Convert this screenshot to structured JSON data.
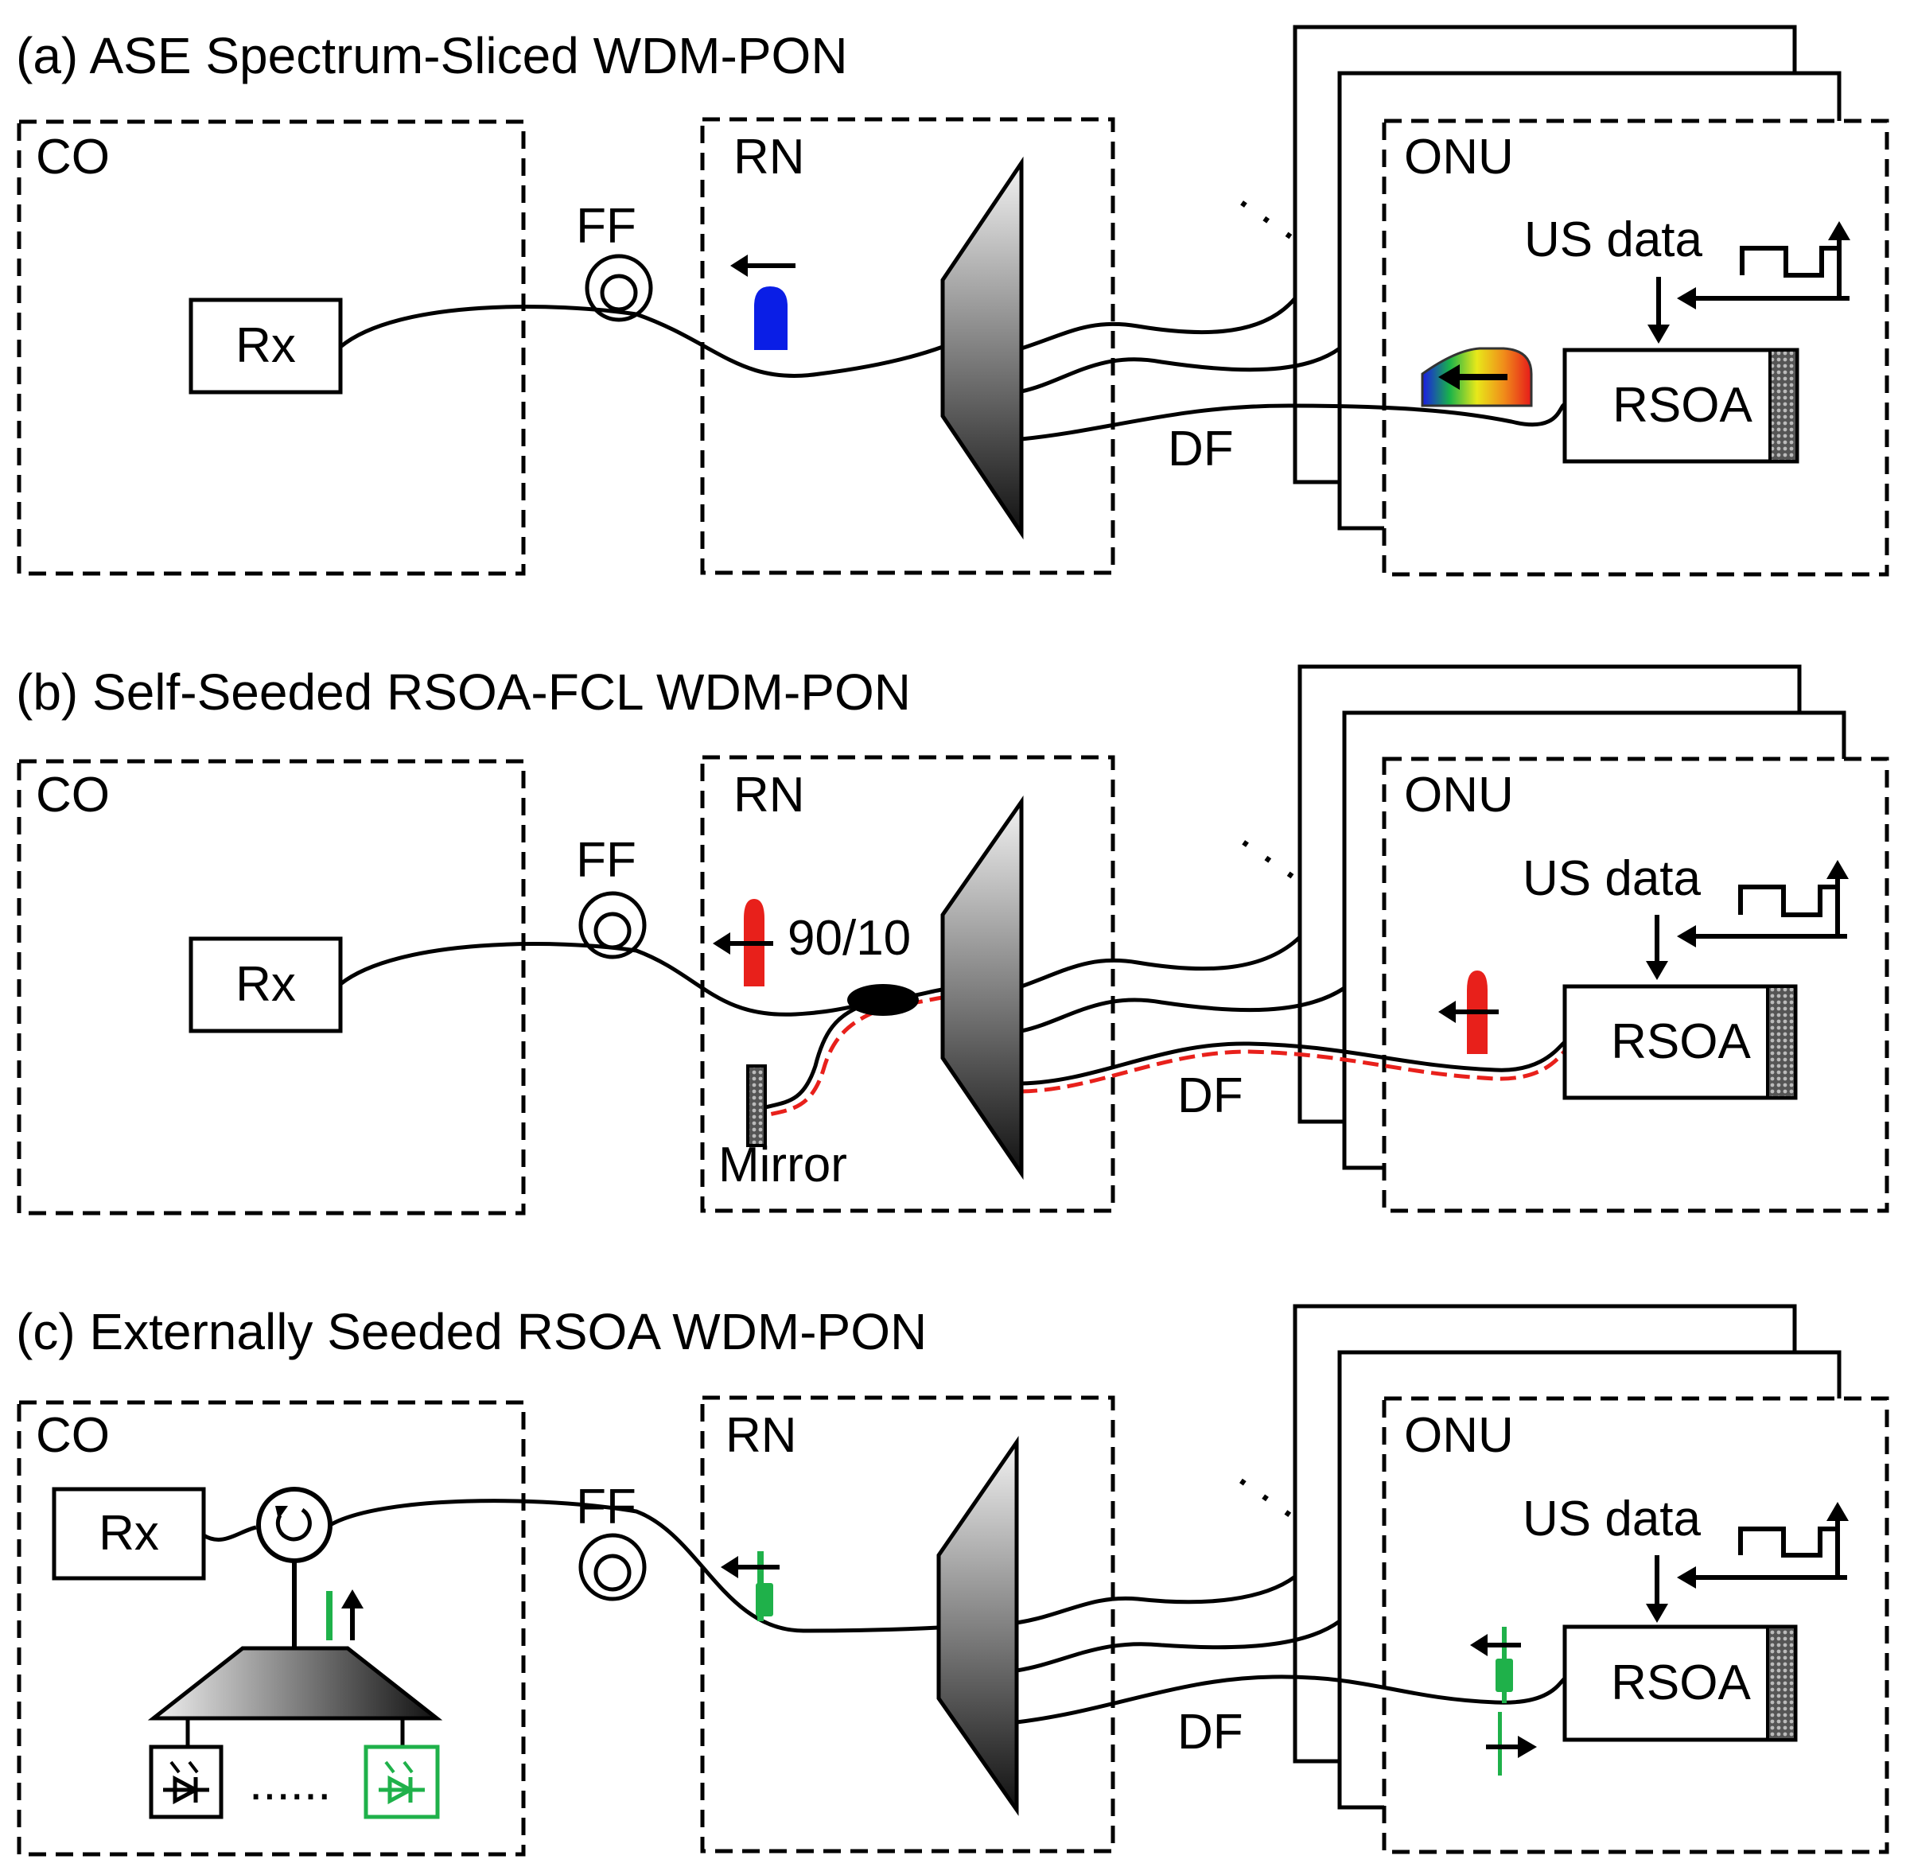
{
  "panels": [
    {
      "id": "a",
      "title": "(a) ASE Spectrum-Sliced WDM-PON",
      "co": "CO",
      "rn": "RN",
      "onu": "ONU",
      "rx": "Rx",
      "ff": "FF",
      "df": "DF",
      "us_data": "US data",
      "rsoa": "RSOA"
    },
    {
      "id": "b",
      "title": "(b) Self-Seeded RSOA-FCL WDM-PON",
      "co": "CO",
      "rn": "RN",
      "onu": "ONU",
      "rx": "Rx",
      "ff": "FF",
      "df": "DF",
      "us_data": "US data",
      "rsoa": "RSOA",
      "coupler": "90/10",
      "mirror": "Mirror"
    },
    {
      "id": "c",
      "title": "(c) Externally Seeded RSOA WDM-PON",
      "co": "CO",
      "rn": "RN",
      "onu": "ONU",
      "rx": "Rx",
      "ff": "FF",
      "df": "DF",
      "us_data": "US data",
      "rsoa": "RSOA",
      "dots": "......"
    }
  ],
  "colors": {
    "broadband_seed": "#0a1ee6",
    "self_seed": "#e8201b",
    "external_seed": "#1fb14a",
    "line": "#000000"
  }
}
